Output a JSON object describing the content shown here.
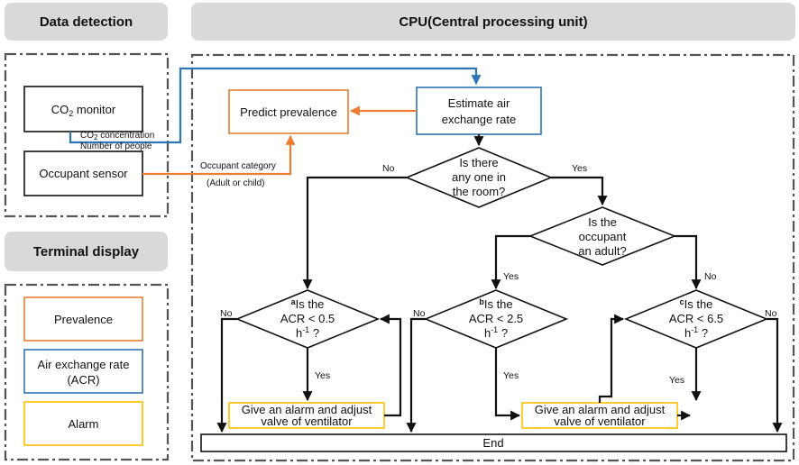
{
  "headers": {
    "data_detection": "Data detection",
    "cpu": "CPU(Central processing unit)",
    "terminal_display": "Terminal display"
  },
  "sensors": {
    "co2_monitor": {
      "main": "CO",
      "sub": "2",
      "tail": " monitor"
    },
    "occupant_sensor": "Occupant sensor"
  },
  "signals": {
    "co2_concentration": {
      "main": "CO",
      "sub": "2",
      "tail": " concentration"
    },
    "number_of_people": "Number of people",
    "occupant_category": "Occupant category",
    "adult_or_child": "(Adult or child)"
  },
  "legend": {
    "prevalence": "Prevalence",
    "acr_line1": "Air exchange rate",
    "acr_line2": "(ACR)",
    "alarm": "Alarm"
  },
  "process": {
    "estimate_line1": "Estimate air",
    "estimate_line2": "exchange rate",
    "predict": "Predict prevalence"
  },
  "decisions": {
    "anyone": [
      "Is there",
      "any one in",
      "the room?"
    ],
    "adult": [
      "Is the",
      "occupant",
      "an adult?"
    ],
    "acr_a": {
      "mark": "a",
      "line1": "Is the",
      "line2": "ACR < 0.5",
      "line3_main": "h",
      "line3_sup": "-1",
      "line3_tail": " ?"
    },
    "acr_b": {
      "mark": "b",
      "line1": "Is the",
      "line2": "ACR < 2.5",
      "line3_main": "h",
      "line3_sup": "-1",
      "line3_tail": " ?"
    },
    "acr_c": {
      "mark": "c",
      "line1": "Is the",
      "line2": "ACR < 6.5",
      "line3_main": "h",
      "line3_sup": "-1",
      "line3_tail": " ?"
    }
  },
  "actions": {
    "alarm_left": [
      "Give an alarm and adjust",
      "valve  of ventilator"
    ],
    "alarm_right": [
      "Give an alarm and adjust",
      "valve  of ventilator"
    ],
    "end": "End"
  },
  "branch_labels": {
    "yes": "Yes",
    "no": "No"
  },
  "colors": {
    "prevalence": "#ed7d31",
    "acr": "#2e75b6",
    "alarm": "#ffc000",
    "header_fill": "#d9d9d9"
  }
}
